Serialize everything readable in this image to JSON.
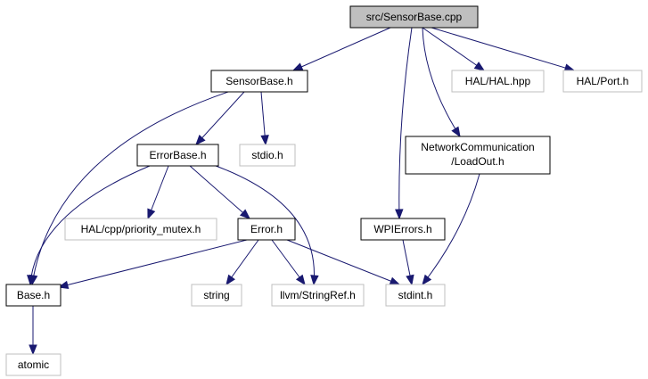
{
  "diagram": {
    "nodes": [
      {
        "id": "sensorbase_cpp",
        "label": "src/SensorBase.cpp",
        "style": "root"
      },
      {
        "id": "sensorbase_h",
        "label": "SensorBase.h",
        "style": "normal"
      },
      {
        "id": "hal_hpp",
        "label": "HAL/HAL.hpp",
        "style": "external"
      },
      {
        "id": "hal_port",
        "label": "HAL/Port.h",
        "style": "external"
      },
      {
        "id": "errorbase_h",
        "label": "ErrorBase.h",
        "style": "normal"
      },
      {
        "id": "stdio_h",
        "label": "stdio.h",
        "style": "external"
      },
      {
        "id": "netcomm",
        "label": "NetworkCommunication",
        "label2": "/LoadOut.h",
        "style": "normal"
      },
      {
        "id": "priority_mutex",
        "label": "HAL/cpp/priority_mutex.h",
        "style": "external"
      },
      {
        "id": "error_h",
        "label": "Error.h",
        "style": "normal"
      },
      {
        "id": "wpierrors",
        "label": "WPIErrors.h",
        "style": "normal"
      },
      {
        "id": "base_h",
        "label": "Base.h",
        "style": "normal"
      },
      {
        "id": "string",
        "label": "string",
        "style": "external"
      },
      {
        "id": "stringref",
        "label": "llvm/StringRef.h",
        "style": "external"
      },
      {
        "id": "stdint",
        "label": "stdint.h",
        "style": "external"
      },
      {
        "id": "atomic",
        "label": "atomic",
        "style": "external"
      }
    ],
    "edges": [
      {
        "from": "sensorbase_cpp",
        "to": "sensorbase_h"
      },
      {
        "from": "sensorbase_cpp",
        "to": "hal_hpp"
      },
      {
        "from": "sensorbase_cpp",
        "to": "hal_port"
      },
      {
        "from": "sensorbase_cpp",
        "to": "netcomm"
      },
      {
        "from": "sensorbase_cpp",
        "to": "wpierrors"
      },
      {
        "from": "sensorbase_h",
        "to": "errorbase_h"
      },
      {
        "from": "sensorbase_h",
        "to": "stdio_h"
      },
      {
        "from": "sensorbase_h",
        "to": "base_h"
      },
      {
        "from": "errorbase_h",
        "to": "priority_mutex"
      },
      {
        "from": "errorbase_h",
        "to": "error_h"
      },
      {
        "from": "errorbase_h",
        "to": "base_h"
      },
      {
        "from": "errorbase_h",
        "to": "stringref"
      },
      {
        "from": "error_h",
        "to": "base_h"
      },
      {
        "from": "error_h",
        "to": "string"
      },
      {
        "from": "error_h",
        "to": "stringref"
      },
      {
        "from": "error_h",
        "to": "stdint"
      },
      {
        "from": "netcomm",
        "to": "stdint"
      },
      {
        "from": "wpierrors",
        "to": "stdint"
      },
      {
        "from": "base_h",
        "to": "atomic"
      }
    ],
    "colors": {
      "edge": "#191970",
      "root_fill": "#bfbfbf",
      "normal_border": "#000000",
      "external_border": "#bfbfbf",
      "external_text": "#000000"
    }
  }
}
